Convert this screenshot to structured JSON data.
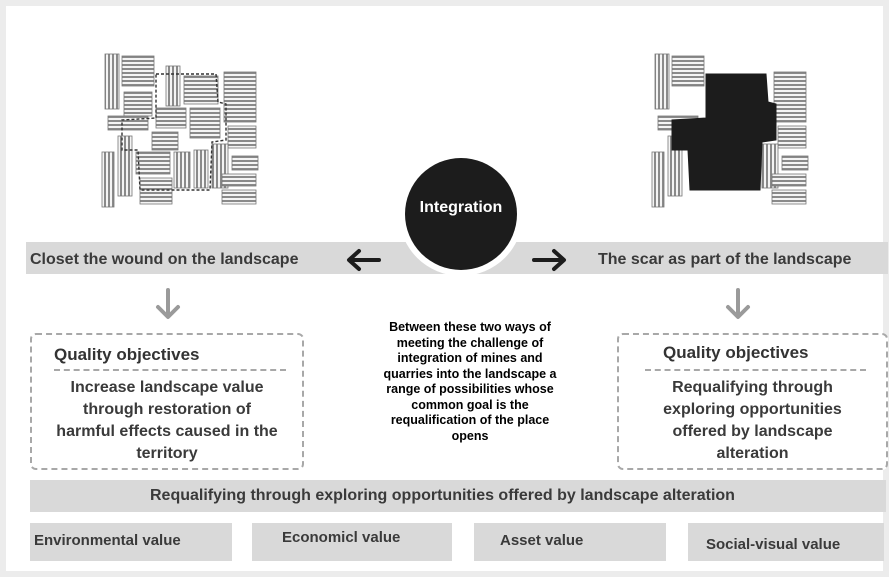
{
  "center": {
    "label": "Integration"
  },
  "left_band": {
    "label": "Closet the wound on the landscape"
  },
  "right_band": {
    "label": "The scar as part of the landscape"
  },
  "left_box": {
    "title": "Quality objectives",
    "body": [
      "Increase landscape value",
      "through restoration of",
      "harmful effects caused in the",
      "territory"
    ]
  },
  "right_box": {
    "title": "Quality objectives",
    "body": [
      "Requalifying through",
      "exploring opportunities",
      "offered by landscape",
      "alteration"
    ]
  },
  "center_text": [
    "Between these two ways of",
    "meeting the challenge of",
    "integration of mines and",
    "quarries into the landscape a",
    "range of possibilities whose",
    "common goal is the",
    "requalification of the place",
    "opens"
  ],
  "bottom_band": {
    "label": "Requalifying through exploring opportunities offered by landscape alteration"
  },
  "values": [
    "Environmental value",
    "Economicl value",
    "Asset value",
    "Social-visual value"
  ],
  "colors": {
    "band": "#d9d9d9",
    "dark": "#1c1c1c",
    "text": "#3a3a3a",
    "dashed": "#a8a8a8"
  }
}
